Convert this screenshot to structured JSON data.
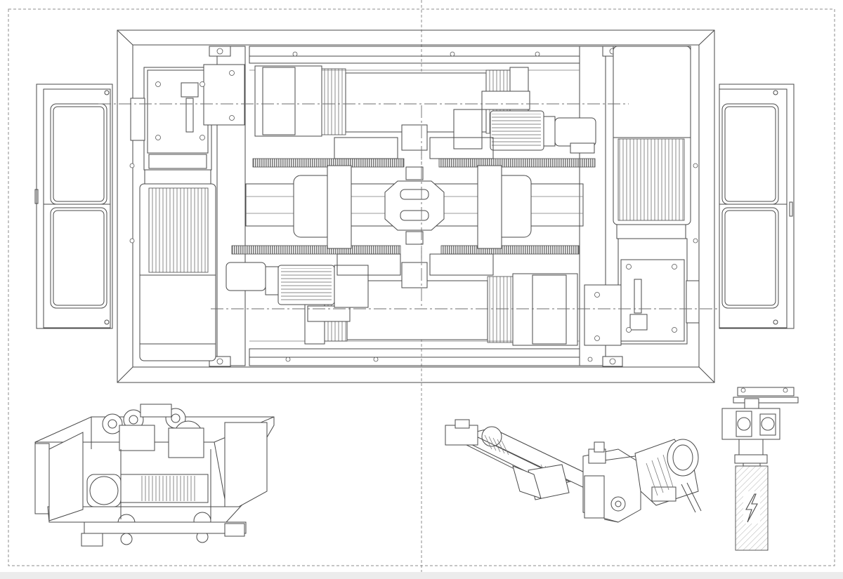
{
  "sheet": {
    "background": "#ffffff",
    "line_color": "#4a4a4a",
    "dash_color": "#8c8c8c"
  },
  "views": [
    {
      "id": "top-plan-view"
    },
    {
      "id": "isometric-trolley-view"
    },
    {
      "id": "isometric-drum-motor-view"
    },
    {
      "id": "side-section-view",
      "icon": "lightning-bolt-icon"
    }
  ]
}
